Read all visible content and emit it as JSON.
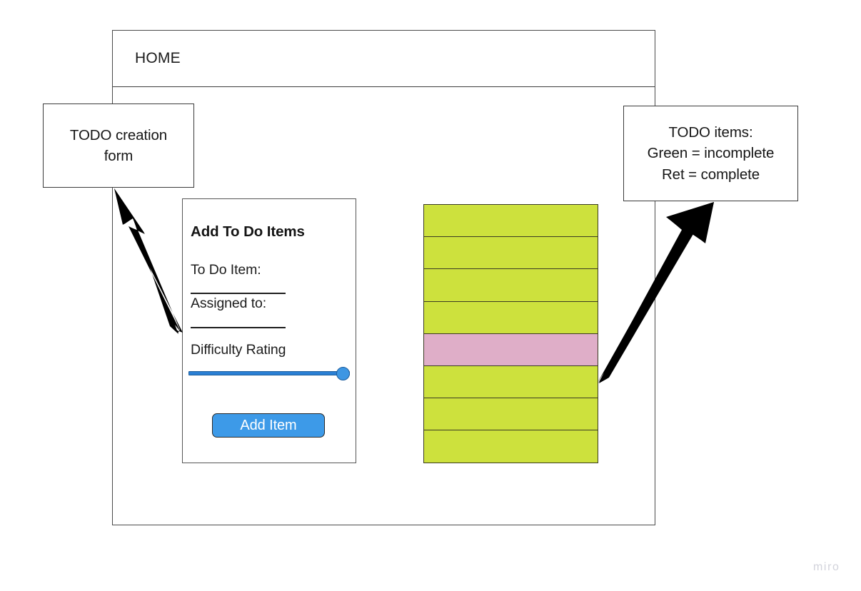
{
  "window": {
    "header_title": "HOME"
  },
  "form": {
    "title": "Add To Do Items",
    "fields": [
      {
        "label": "To Do Item:",
        "value": "",
        "placeholder": ""
      },
      {
        "label": "Assigned to:",
        "value": "",
        "placeholder": ""
      }
    ],
    "slider": {
      "label": "Difficulty Rating",
      "value": 100,
      "min": 0,
      "max": 100
    },
    "submit_label": "Add Item"
  },
  "todo_list": {
    "items": [
      {
        "status": "incomplete",
        "color": "#cde13d"
      },
      {
        "status": "incomplete",
        "color": "#cde13d"
      },
      {
        "status": "incomplete",
        "color": "#cde13d"
      },
      {
        "status": "incomplete",
        "color": "#cde13d"
      },
      {
        "status": "complete",
        "color": "#dfaec8"
      },
      {
        "status": "incomplete",
        "color": "#cde13d"
      },
      {
        "status": "incomplete",
        "color": "#cde13d"
      },
      {
        "status": "incomplete",
        "color": "#cde13d"
      }
    ]
  },
  "annotations": {
    "left": {
      "text": "TODO creation\nform"
    },
    "right": {
      "text": "TODO items:\nGreen = incomplete\nRet = complete"
    }
  },
  "watermark": {
    "label": "miro"
  },
  "colors": {
    "incomplete": "#cde13d",
    "complete": "#dfaec8",
    "accent_blue": "#3d9ae8",
    "frame": "#4a4a4a"
  }
}
